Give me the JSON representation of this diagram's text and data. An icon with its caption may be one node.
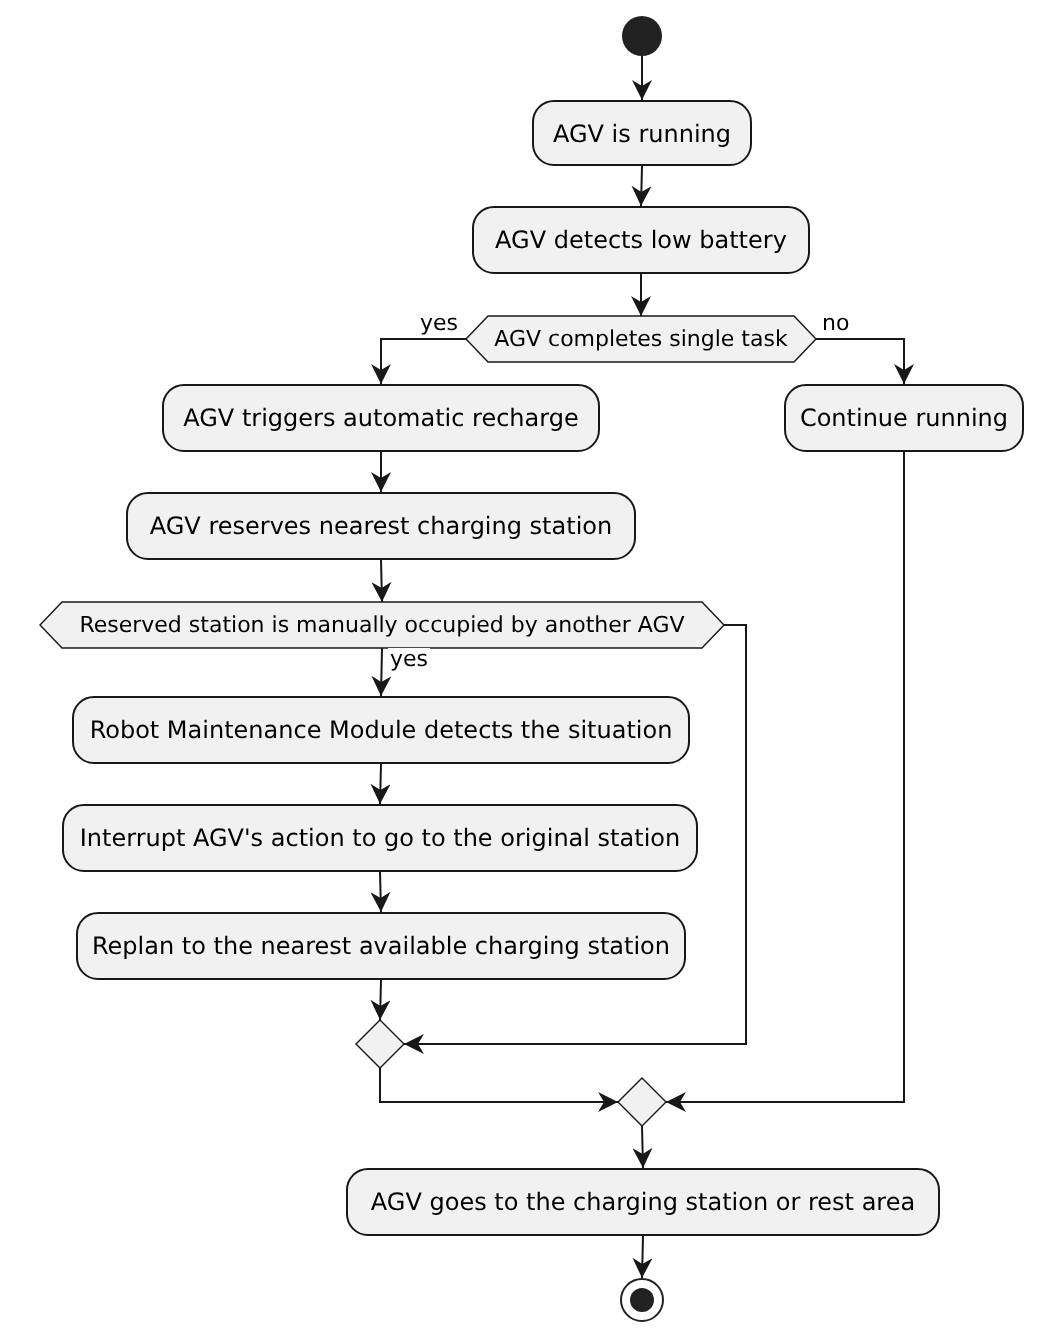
{
  "diagram": {
    "nodes": [
      {
        "text": [],
        "shape": "circle"
      },
      {
        "text": [
          "AGV is running"
        ]
      },
      {
        "text": [
          "AGV detects low battery"
        ]
      },
      {
        "text": [
          "AGV completes single task"
        ]
      },
      {
        "text": [
          "AGV triggers automatic recharge"
        ]
      },
      {
        "text": [
          "Continue running"
        ]
      },
      {
        "text": [
          "AGV reserves nearest charging station"
        ]
      },
      {
        "text": [
          "Reserved station is manually occupied by another AGV"
        ]
      },
      {
        "text": [
          "Robot Maintenance Module detects the situation"
        ]
      },
      {
        "text": [
          "Interrupt AGV's action to go to the original station"
        ]
      },
      {
        "text": [
          "Replan to the nearest available charging station"
        ]
      },
      {
        "text": [],
        "shape": "diamond"
      },
      {
        "text": [],
        "shape": "diamond"
      },
      {
        "text": [
          "AGV goes to the charging station or rest area"
        ]
      },
      {
        "text": [],
        "shape": "circle"
      }
    ],
    "edges": [
      {
        "from": 0,
        "to": 1,
        "arrow": "to"
      },
      {
        "from": 1,
        "to": 2,
        "arrow": "to"
      },
      {
        "from": 2,
        "to": 3,
        "arrow": "to"
      },
      {
        "from": 3,
        "to": 4,
        "arrow": "to",
        "label": "yes"
      },
      {
        "from": 3,
        "to": 5,
        "arrow": "to",
        "label": "no"
      },
      {
        "from": 4,
        "to": 6,
        "arrow": "to"
      },
      {
        "from": 6,
        "to": 7,
        "arrow": "to"
      },
      {
        "from": 7,
        "to": 8,
        "arrow": "to",
        "label": "yes"
      },
      {
        "from": 8,
        "to": 9,
        "arrow": "to"
      },
      {
        "from": 9,
        "to": 10,
        "arrow": "to"
      },
      {
        "from": 10,
        "to": 11,
        "arrow": "to"
      },
      {
        "from": 7,
        "to": 11,
        "arrow": "to"
      },
      {
        "from": 11,
        "to": 12,
        "arrow": "to"
      },
      {
        "from": 5,
        "to": 12,
        "arrow": "to"
      },
      {
        "from": 12,
        "to": 13,
        "arrow": "to"
      },
      {
        "from": 13,
        "to": 14,
        "arrow": "to"
      }
    ]
  }
}
